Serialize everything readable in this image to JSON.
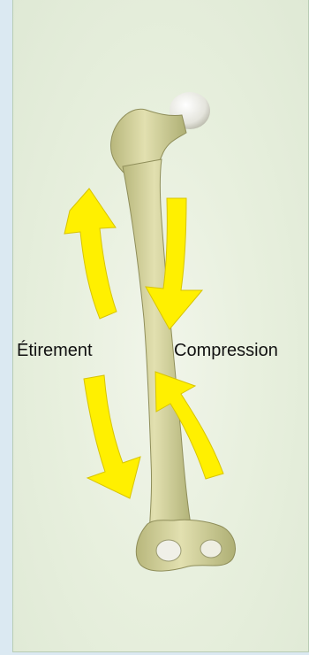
{
  "labels": {
    "stretch": "Étirement",
    "compression": "Compression"
  },
  "colors": {
    "arrow": "#ffee00",
    "bone": "#d6d6a0",
    "background": "#e8f0de",
    "sidebar": "#dbe9f2"
  },
  "figure": {
    "subject": "femur-bone",
    "arrows": [
      {
        "id": "stretch-up",
        "direction": "up",
        "force": "stretch"
      },
      {
        "id": "stretch-down",
        "direction": "down",
        "force": "stretch"
      },
      {
        "id": "compress-down",
        "direction": "down",
        "force": "compression"
      },
      {
        "id": "compress-up",
        "direction": "up",
        "force": "compression"
      }
    ]
  }
}
